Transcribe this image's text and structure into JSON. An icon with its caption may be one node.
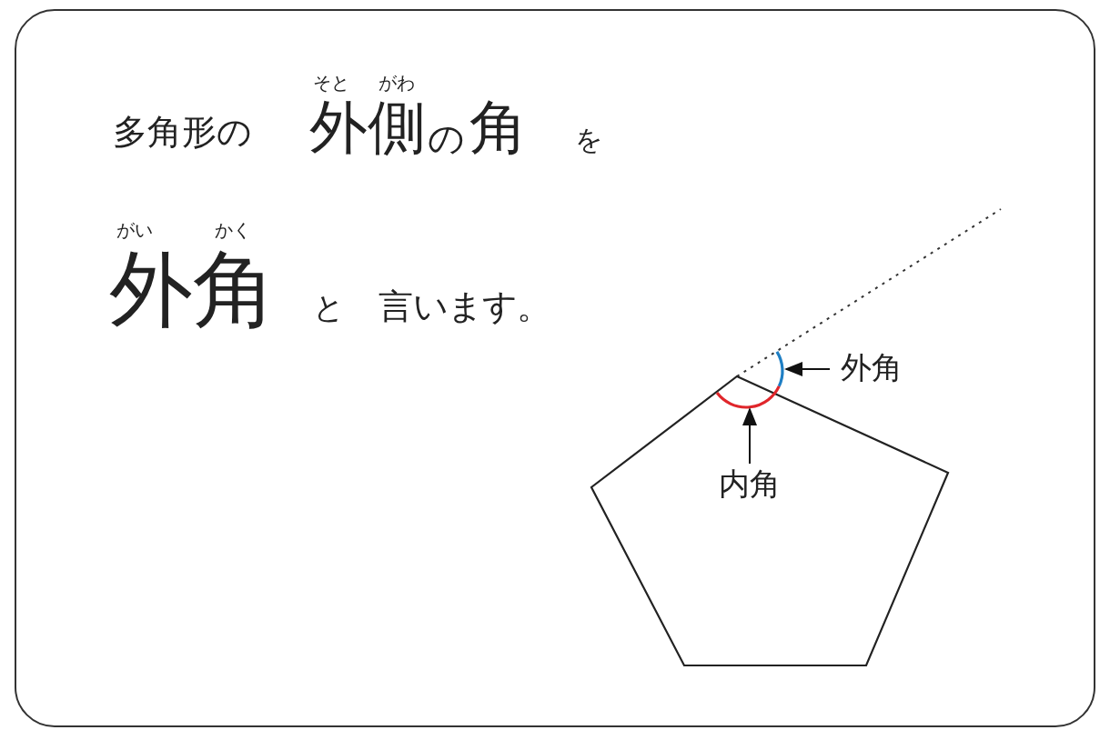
{
  "diagram": {
    "nodes": [
      {
        "text": [
          "外角"
        ]
      },
      {
        "text": [],
        "shape": "arc"
      },
      {
        "text": [
          "内角"
        ]
      },
      {
        "text": [],
        "shape": "arc"
      }
    ],
    "edges": [
      {
        "from": 0,
        "to": 1,
        "arrow": "to"
      },
      {
        "from": 2,
        "to": 3,
        "arrow": "to"
      }
    ],
    "labels": [
      "そと",
      "がわ",
      "多角形の",
      "外側",
      "の",
      "角",
      "を",
      "がい",
      "かく",
      "外角",
      "と",
      "言います。"
    ]
  }
}
